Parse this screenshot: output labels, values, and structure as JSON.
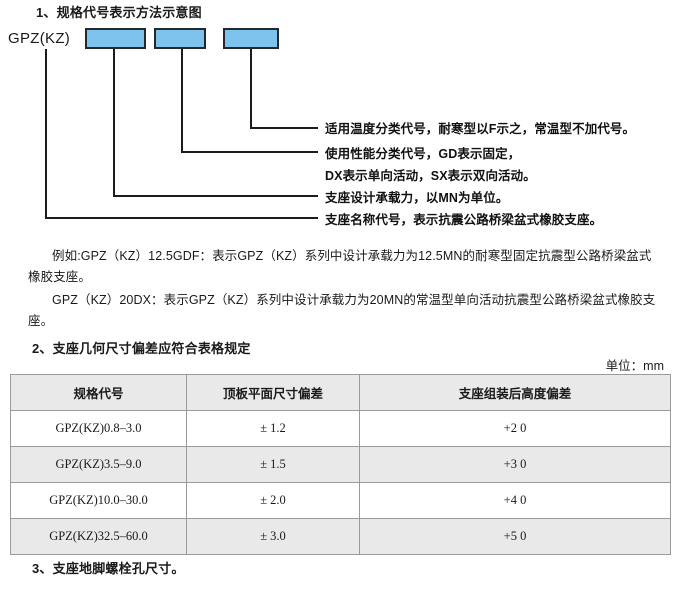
{
  "sections": {
    "one_heading": "1、规格代号表示方法示意图",
    "two_heading": "2、支座几何尺寸偏差应符合表格规定",
    "three_heading": "3、支座地脚螺栓孔尺寸。"
  },
  "diagram": {
    "code_label": "GPZ(KZ)",
    "box_color": "#7ec3ed",
    "box_border_color": "#23282c",
    "boxes": [
      {
        "name": "bearing-capacity-box",
        "label": ""
      },
      {
        "name": "performance-code-box",
        "label": ""
      },
      {
        "name": "temperature-code-box",
        "label": ""
      }
    ],
    "annotations": [
      "适用温度分类代号，耐寒型以F示之，常温型不加代号。",
      "使用性能分类代号，GD表示固定，",
      "DX表示单向活动，SX表示双向活动。",
      "支座设计承载力，以MN为单位。",
      "支座名称代号，表示抗震公路桥梁盆式橡胶支座。"
    ]
  },
  "paragraphs": {
    "example_1": "例如:GPZ（KZ）12.5GDF：表示GPZ（KZ）系列中设计承载力为12.5MN的耐寒型固定抗震型公路桥梁盆式橡胶支座。",
    "example_2": "GPZ（KZ）20DX：表示GPZ（KZ）系列中设计承载力为20MN的常温型单向活动抗震型公路桥梁盆式橡胶支座。"
  },
  "unit_label": "单位：mm",
  "table": {
    "headers": [
      "规格代号",
      "顶板平面尺寸偏差",
      "支座组装后高度偏差"
    ],
    "rows": [
      {
        "spec": "GPZ(KZ)0.8–3.0",
        "top_plate_tolerance": "± 1.2",
        "height_tolerance": "+2  0"
      },
      {
        "spec": "GPZ(KZ)3.5–9.0",
        "top_plate_tolerance": "± 1.5",
        "height_tolerance": "+3  0"
      },
      {
        "spec": "GPZ(KZ)10.0–30.0",
        "top_plate_tolerance": "± 2.0",
        "height_tolerance": "+4  0"
      },
      {
        "spec": "GPZ(KZ)32.5–60.0",
        "top_plate_tolerance": "± 3.0",
        "height_tolerance": "+5  0"
      }
    ]
  }
}
